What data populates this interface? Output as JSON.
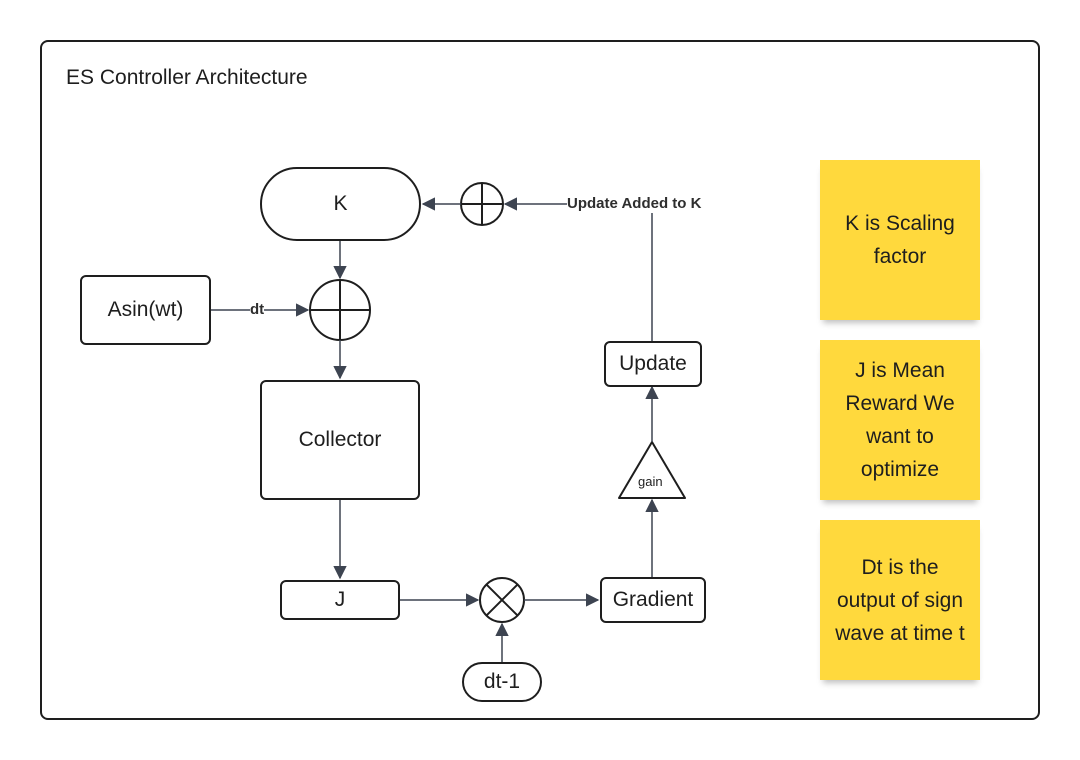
{
  "diagram": {
    "title": "ES Controller Architecture",
    "nodes": {
      "k": "K",
      "asin": "Asin(wt)",
      "collector": "Collector",
      "j": "J",
      "dt_minus_1": "dt-1",
      "gradient": "Gradient",
      "gain": "gain",
      "update": "Update"
    },
    "edge_labels": {
      "dt": "dt",
      "update_added": "Update Added to K"
    },
    "notes": [
      "K is Scaling factor",
      "J is Mean Reward We want to optimize",
      "Dt is the output of sign wave at time t"
    ],
    "colors": {
      "stroke": "#1e1e1e",
      "arrow": "#3d4451",
      "sticky": "#ffd93d"
    }
  }
}
